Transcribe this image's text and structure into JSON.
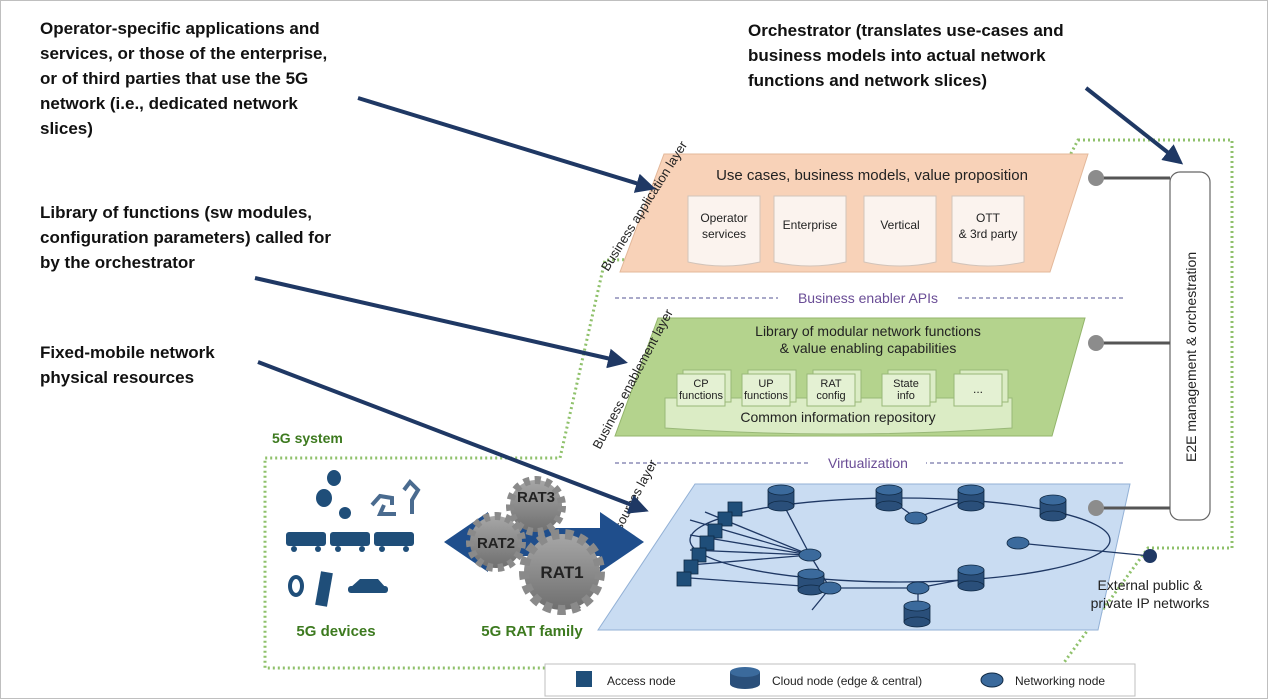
{
  "annotations": {
    "apps": [
      "Operator-specific applications and",
      "services, or those of the enterprise,",
      "or of third parties that use the 5G",
      "network (i.e., dedicated network",
      "slices)"
    ],
    "library": [
      "Library of functions (sw modules,",
      "configuration parameters) called for",
      "by the orchestrator"
    ],
    "resources": [
      "Fixed-mobile network",
      "physical resources"
    ],
    "orchestrator": [
      "Orchestrator (translates use-cases and",
      "business models into actual network",
      "functions and network slices)"
    ]
  },
  "layers": {
    "business_application": {
      "side_label": "Business application layer",
      "title": "Use cases, business models, value proposition",
      "cards": [
        {
          "line1": "Operator",
          "line2": "services"
        },
        {
          "line1": "Enterprise",
          "line2": ""
        },
        {
          "line1": "Vertical",
          "line2": ""
        },
        {
          "line1": "OTT",
          "line2": "& 3rd party"
        }
      ]
    },
    "business_enabler_apis": "Business enabler APIs",
    "business_enablement": {
      "side_label": "Business enablement layer",
      "title_line1": "Library of modular network functions",
      "title_line2": "& value enabling capabilities",
      "modules": [
        {
          "line1": "CP",
          "line2": "functions"
        },
        {
          "line1": "UP",
          "line2": "functions"
        },
        {
          "line1": "RAT",
          "line2": "config"
        },
        {
          "line1": "State",
          "line2": "info"
        },
        {
          "line1": "...",
          "line2": ""
        }
      ],
      "repository": "Common information repository"
    },
    "virtualization": "Virtualization",
    "infrastructure": {
      "side_label": "Infrastructure resources layer",
      "external_line1": "External public &",
      "external_line2": "private IP networks"
    }
  },
  "system_label": "5G system",
  "devices_label": "5G devices",
  "rat": {
    "family_label": "5G RAT family",
    "gears": [
      "RAT3",
      "RAT2",
      "RAT1"
    ]
  },
  "orchestration_label": "E2E management & orchestration",
  "legend": [
    {
      "label": "Access node",
      "icon": "cube-icon"
    },
    {
      "label": "Cloud node (edge & central)",
      "icon": "cylinder-icon"
    },
    {
      "label": "Networking node",
      "icon": "router-icon"
    }
  ],
  "colors": {
    "navy": "#1f3864",
    "application_fill": "#f8d2b8",
    "enablement_fill": "#b4d38d",
    "infrastructure_fill": "#c9dcf2",
    "dotted_green": "#8fc16b",
    "label_green": "#3d7a1f",
    "gear_gray": "#8a8a8a"
  }
}
